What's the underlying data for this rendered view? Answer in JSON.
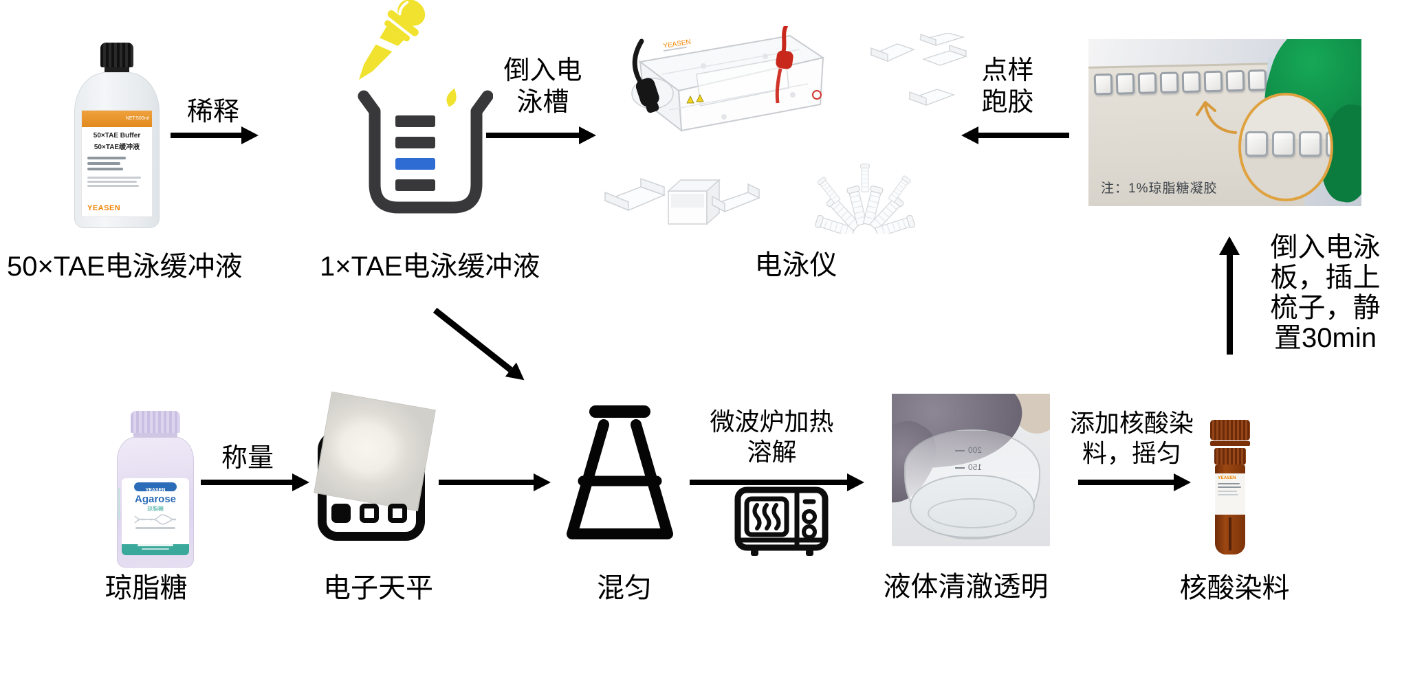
{
  "top": {
    "tae50": {
      "caption": "50×TAE电泳缓冲液",
      "net": "NET:500ml",
      "title_en": "50×TAE Buffer",
      "title_zh": "50×TAE缓冲液",
      "brand": "YEASEN"
    },
    "dilute_label": "稀释",
    "tae1_caption": "1×TAE电泳缓冲液",
    "pour_line1": "倒入电",
    "pour_line2": "泳槽",
    "apparatus_caption": "电泳仪",
    "apparatus_brand": "YEASEN",
    "load_line1": "点样",
    "load_line2": "跑胶",
    "gel_note": "注：1%琼脂糖凝胶"
  },
  "right_step": {
    "line1": "倒入电泳",
    "line2": "板，插上",
    "line3": "梳子，静",
    "line4": "置30min"
  },
  "bottom": {
    "agarose": {
      "caption": "琼脂糖",
      "brand": "YEASEN",
      "title": "Agarose",
      "subtitle": "琼脂糖"
    },
    "weigh_label": "称量",
    "balance_caption": "电子天平",
    "flask_caption": "混匀",
    "microwave_line1": "微波炉加热",
    "microwave_line2": "溶解",
    "liquid": {
      "caption": "液体清澈透明",
      "grad_200": "200",
      "grad_150": "150"
    },
    "dye_line1": "添加核酸染",
    "dye_line2": "料，摇匀",
    "tube": {
      "caption": "核酸染料",
      "brand": "YEASEN"
    }
  },
  "colors": {
    "arrow": "#000000",
    "beaker_gray": "#38383a",
    "beaker_blue": "#2e6bd3",
    "dropper_yellow": "#f0e22e",
    "label_orange": "#e8942c",
    "brand_orange": "#f08300",
    "agarose_blue": "#2b6cb8",
    "agarose_teal": "#3aa89b",
    "tube_amber": "#8a3c10",
    "glove_green": "#0d9a4b",
    "magnifier_orange": "#dfa23f",
    "wire_red": "#c8281c"
  }
}
